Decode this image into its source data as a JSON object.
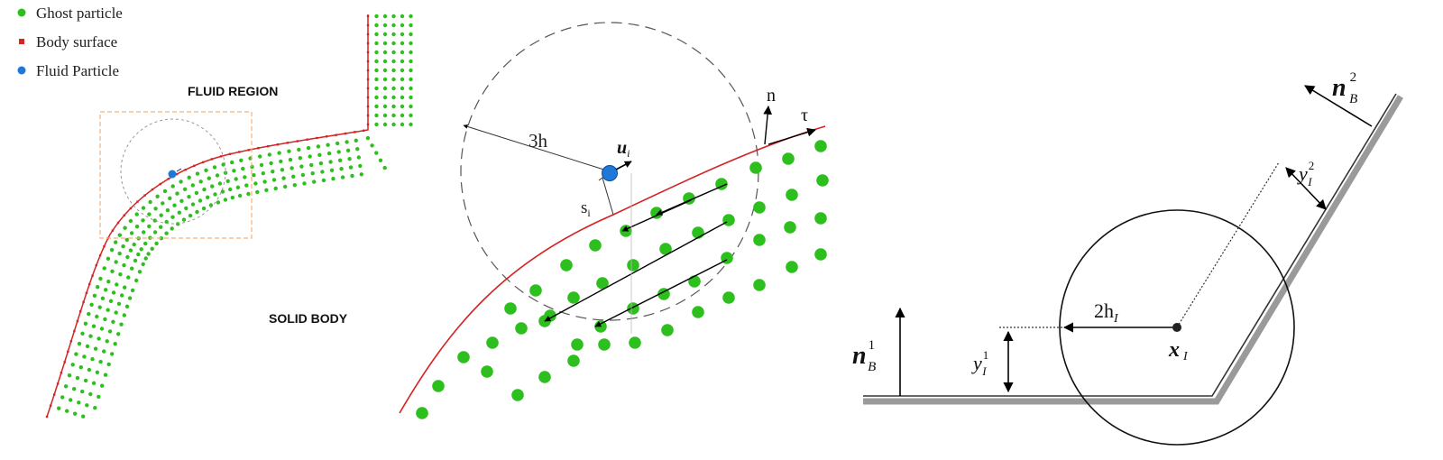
{
  "legend": {
    "items": [
      {
        "label": "Ghost particle",
        "color": "#2dbf1e",
        "marker": "circle"
      },
      {
        "label": "Body surface",
        "color": "#d42424",
        "marker": "square"
      },
      {
        "label": "Fluid Particle",
        "color": "#1f78d8",
        "marker": "circle"
      }
    ]
  },
  "panel1": {
    "fluid_region_label": "FLUID REGION",
    "solid_body_label": "SOLID BODY"
  },
  "panel2": {
    "radius_label": "3h",
    "velocity_label_main": "u",
    "velocity_label_sub": "i",
    "distance_label_main": "s",
    "distance_label_sub": "i",
    "normal_label": "n",
    "tangent_label": "τ"
  },
  "panel3": {
    "normal2_main": "n",
    "normal2_sub": "B",
    "normal2_sup": "2",
    "normal1_main": "n",
    "normal1_sub": "B",
    "normal1_sup": "1",
    "y2_main": "y",
    "y2_sub": "I",
    "y2_sup": "2",
    "y1_main": "y",
    "y1_sub": "I",
    "y1_sup": "1",
    "radius_label": "2h",
    "radius_sub": "I",
    "center_main": "x",
    "center_sub": "I"
  },
  "colors": {
    "ghost": "#2dbf1e",
    "surface": "#d42424",
    "fluid": "#1f78d8",
    "box": "#f2b27a"
  }
}
